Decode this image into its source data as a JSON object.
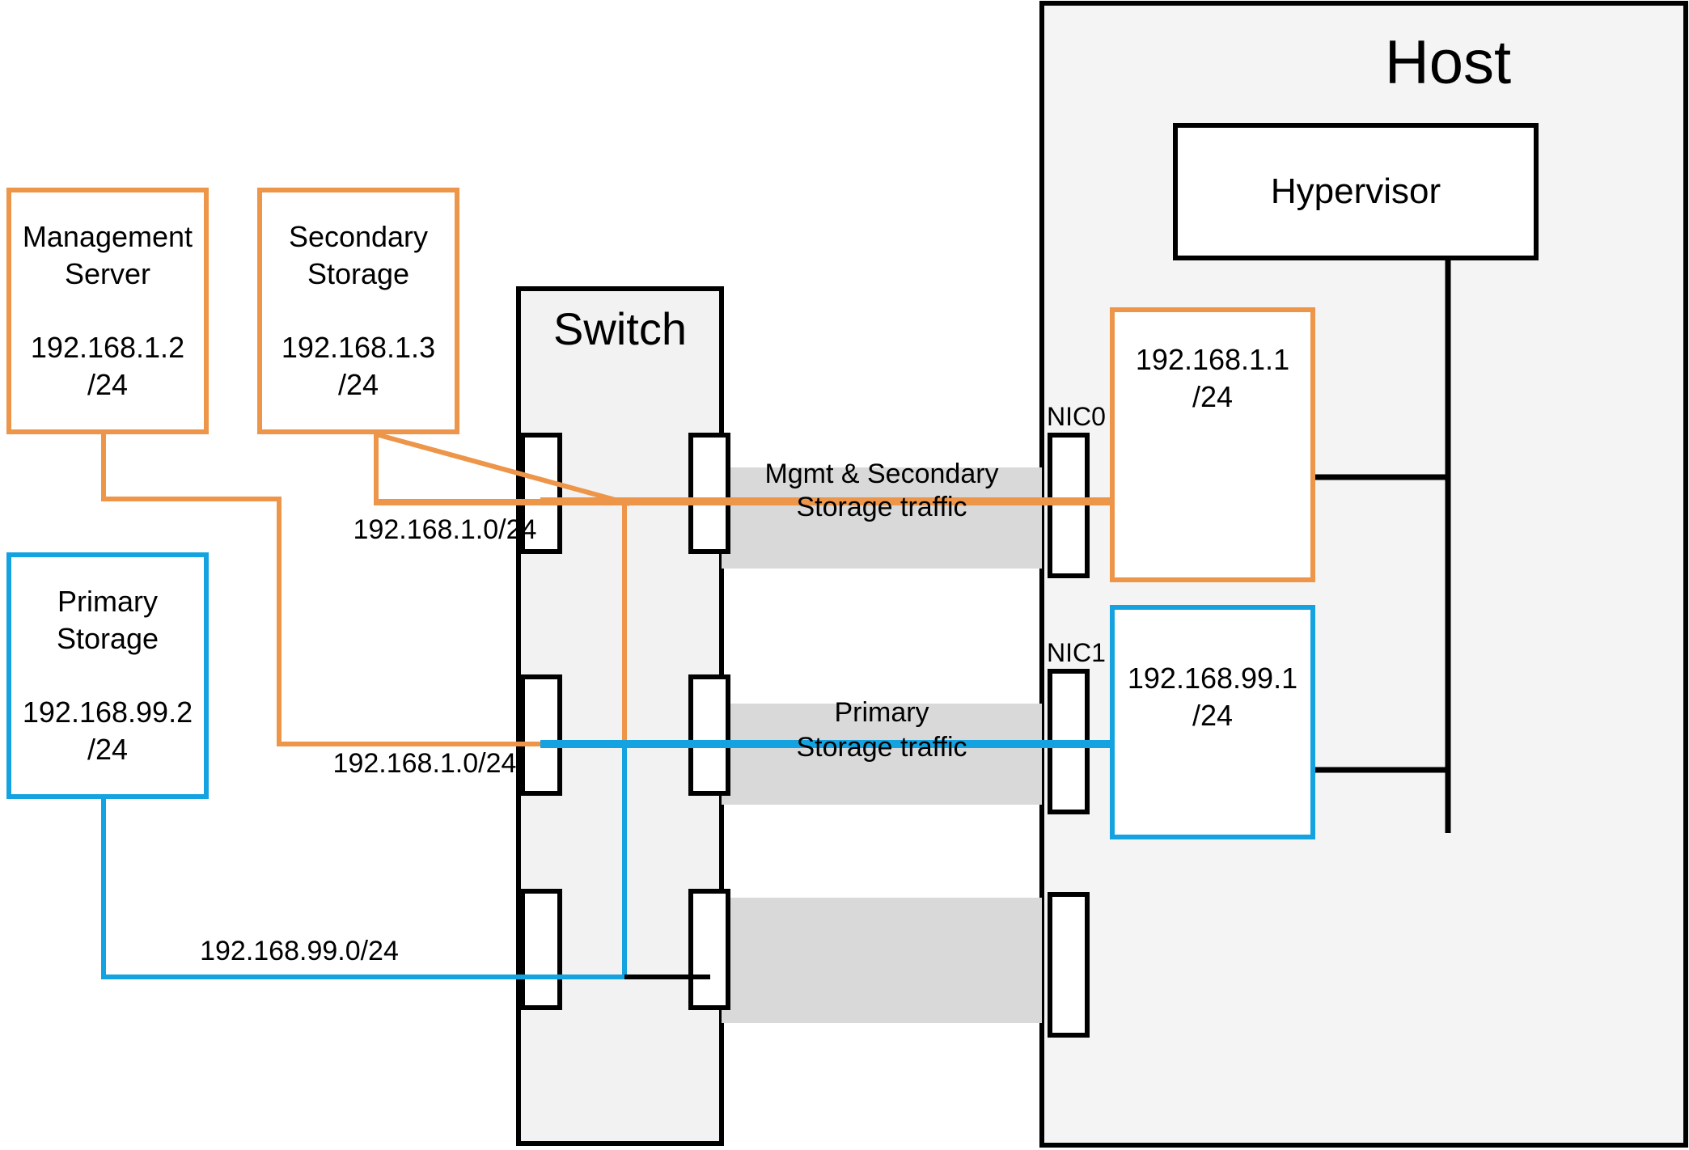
{
  "diagram": {
    "title": "CloudStack basic network topology",
    "colors": {
      "orange": "#ED9548",
      "blue": "#14A3E0",
      "black": "#000000",
      "band_gray": "#D9D9D9",
      "container_fill": "#F2F2F2",
      "white": "#FFFFFF"
    }
  },
  "nodes": {
    "management_server": {
      "name": "Management\nServer",
      "address": "192.168.1.2\n/24",
      "border": "#ED9548"
    },
    "secondary_storage": {
      "name": "Secondary\nStorage",
      "address": "192.168.1.3\n/24",
      "border": "#ED9548"
    },
    "primary_storage": {
      "name": "Primary\nStorage",
      "address": "192.168.99.2\n/24",
      "border": "#14A3E0"
    },
    "switch": {
      "title": "Switch"
    },
    "host": {
      "title": "Host",
      "hypervisor": "Hypervisor"
    },
    "host_nic0_iface": {
      "address": "192.168.1.1\n/24",
      "border": "#ED9548"
    },
    "host_nic1_iface": {
      "address": "192.168.99.1\n/24",
      "border": "#14A3E0"
    }
  },
  "nic_labels": [
    {
      "id": "nic0",
      "label": "NIC0"
    },
    {
      "id": "nic1",
      "label": "NIC1"
    }
  ],
  "traffic_lanes": [
    {
      "id": "mgmt-secondary",
      "line1": "Mgmt & Secondary",
      "line2": "Storage traffic",
      "color": "#ED9548"
    },
    {
      "id": "primary",
      "line1": "Primary",
      "line2": "Storage traffic",
      "color": "#14A3E0"
    }
  ],
  "link_labels": [
    {
      "id": "mgmt-subnet-upper",
      "text": "192.168.1.0/24"
    },
    {
      "id": "mgmt-subnet-lower",
      "text": "192.168.1.0/24"
    },
    {
      "id": "storage-subnet",
      "text": "192.168.99.0/24"
    }
  ]
}
